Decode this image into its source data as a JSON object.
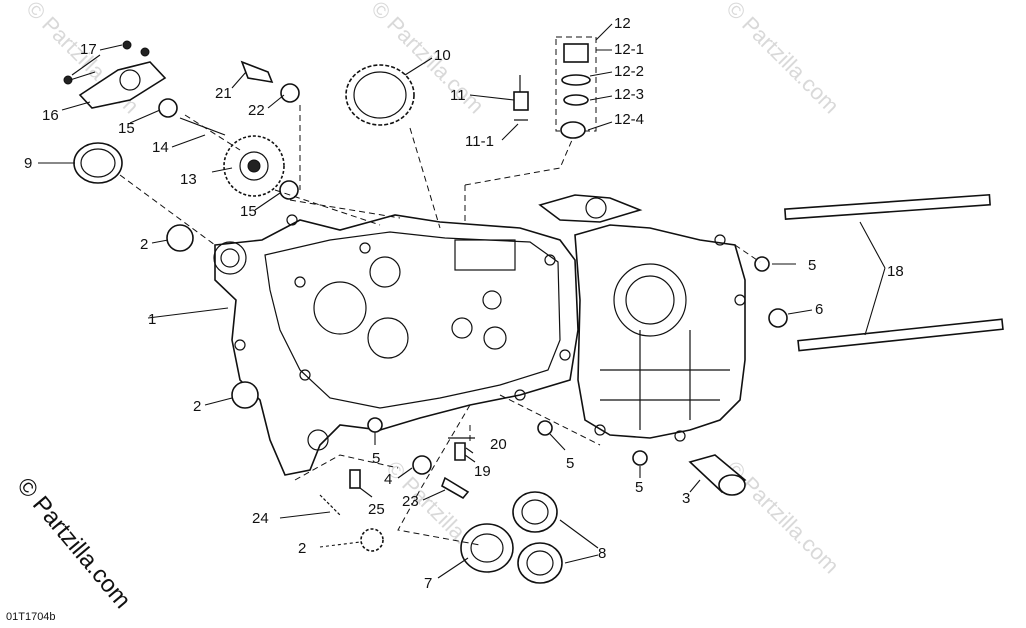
{
  "watermark": {
    "text": "© Partzilla.com"
  },
  "brand": {
    "text": "© Partzilla.com"
  },
  "diagram_code": "01T1704b",
  "callouts": {
    "c1": "1",
    "c2a": "2",
    "c2b": "2",
    "c2c": "2",
    "c3": "3",
    "c4": "4",
    "c5a": "5",
    "c5b": "5",
    "c5c": "5",
    "c5d": "5",
    "c6": "6",
    "c7": "7",
    "c8": "8",
    "c9": "9",
    "c10": "10",
    "c11": "11",
    "c11_1": "11-1",
    "c12": "12",
    "c12_1": "12-1",
    "c12_2": "12-2",
    "c12_3": "12-3",
    "c12_4": "12-4",
    "c13": "13",
    "c14": "14",
    "c15a": "15",
    "c15b": "15",
    "c16": "16",
    "c17": "17",
    "c18": "18",
    "c19": "19",
    "c20": "20",
    "c21": "21",
    "c22": "22",
    "c23": "23",
    "c24": "24",
    "c25": "25"
  }
}
